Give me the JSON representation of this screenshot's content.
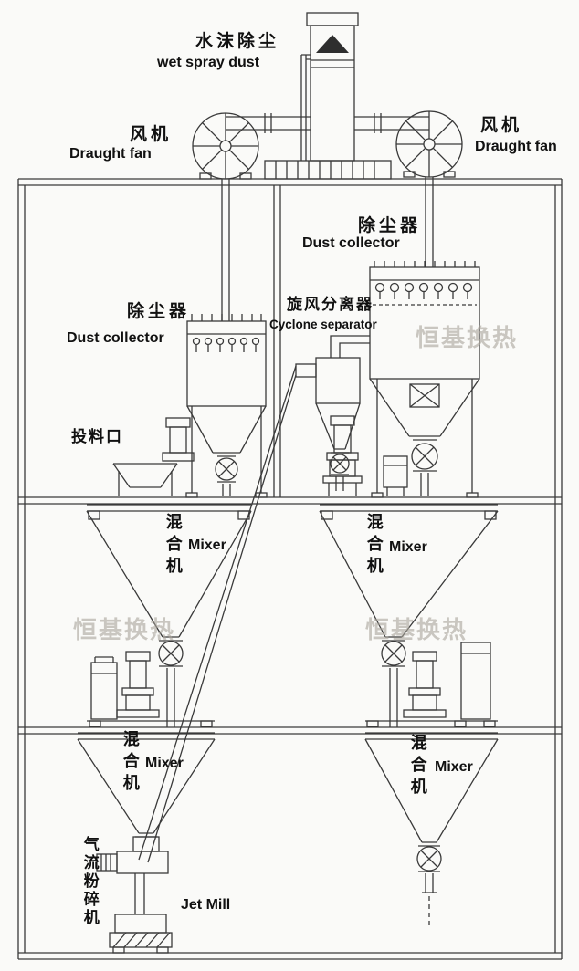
{
  "colors": {
    "line": "#3a3a3a",
    "background": "#fafaf8",
    "text": "#111111",
    "watermark": "#aaa59b"
  },
  "labels": {
    "wet_spray": {
      "cn": "水沫除尘",
      "en": "wet spray dust"
    },
    "draught_fan": {
      "cn": "风机",
      "en": "Draught fan"
    },
    "dust_collector": {
      "cn": "除尘器",
      "en": "Dust collector"
    },
    "cyclone_separator": {
      "cn": "旋风分离器",
      "en": "Cyclone separator"
    },
    "feed_port": {
      "cn": "投料口"
    },
    "mixer": {
      "cn": "混合机",
      "en": "Mixer"
    },
    "jet_mill": {
      "cn": "气流粉碎机",
      "en": "Jet Mill"
    },
    "watermark": "恒基换热"
  }
}
